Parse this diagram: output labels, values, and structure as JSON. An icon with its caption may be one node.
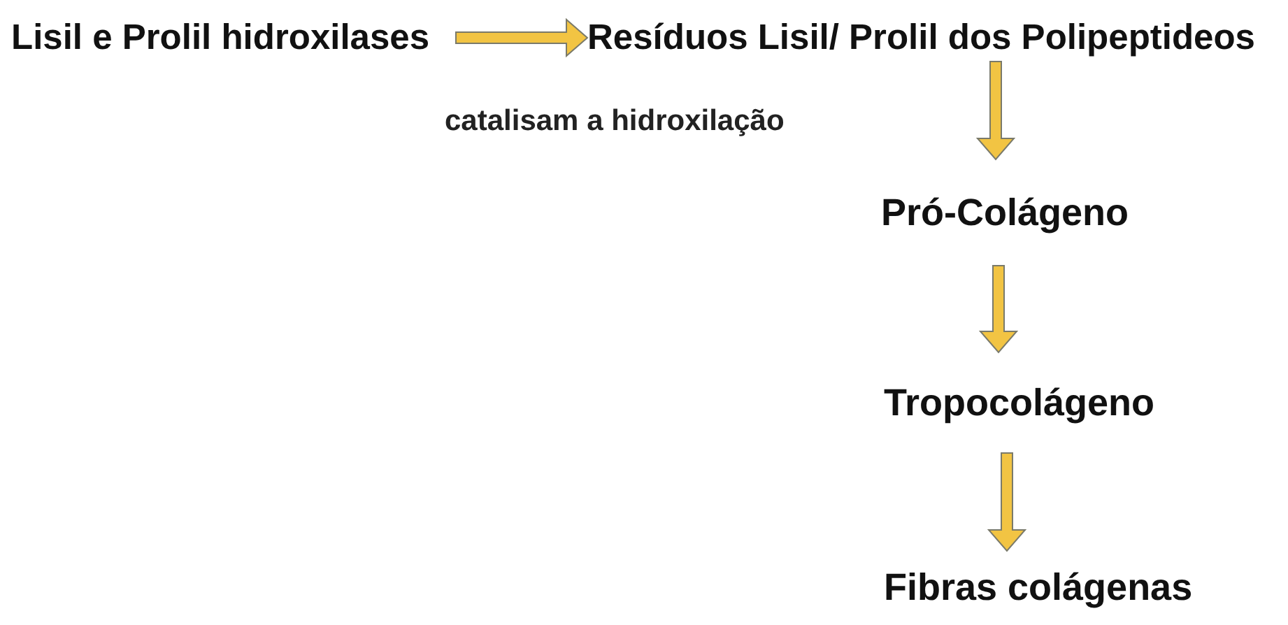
{
  "diagram": {
    "nodes": [
      {
        "text": [
          "Lisil e Prolil hidroxilases"
        ]
      },
      {
        "text": [
          "Resíduos Lisil/ Prolil dos Polipeptideos"
        ]
      },
      {
        "text": [
          "Pró-Colágeno"
        ]
      },
      {
        "text": [
          "Tropocolágeno"
        ]
      },
      {
        "text": [
          "Fibras colágenas"
        ]
      }
    ],
    "edges": [
      {
        "from": 0,
        "to": 1,
        "arrow": "to"
      },
      {
        "from": 1,
        "to": 2,
        "arrow": "to"
      },
      {
        "from": 2,
        "to": 3,
        "arrow": "to"
      },
      {
        "from": 3,
        "to": 4,
        "arrow": "to"
      }
    ],
    "labels": [
      "catalisam a hidroxilação"
    ]
  }
}
